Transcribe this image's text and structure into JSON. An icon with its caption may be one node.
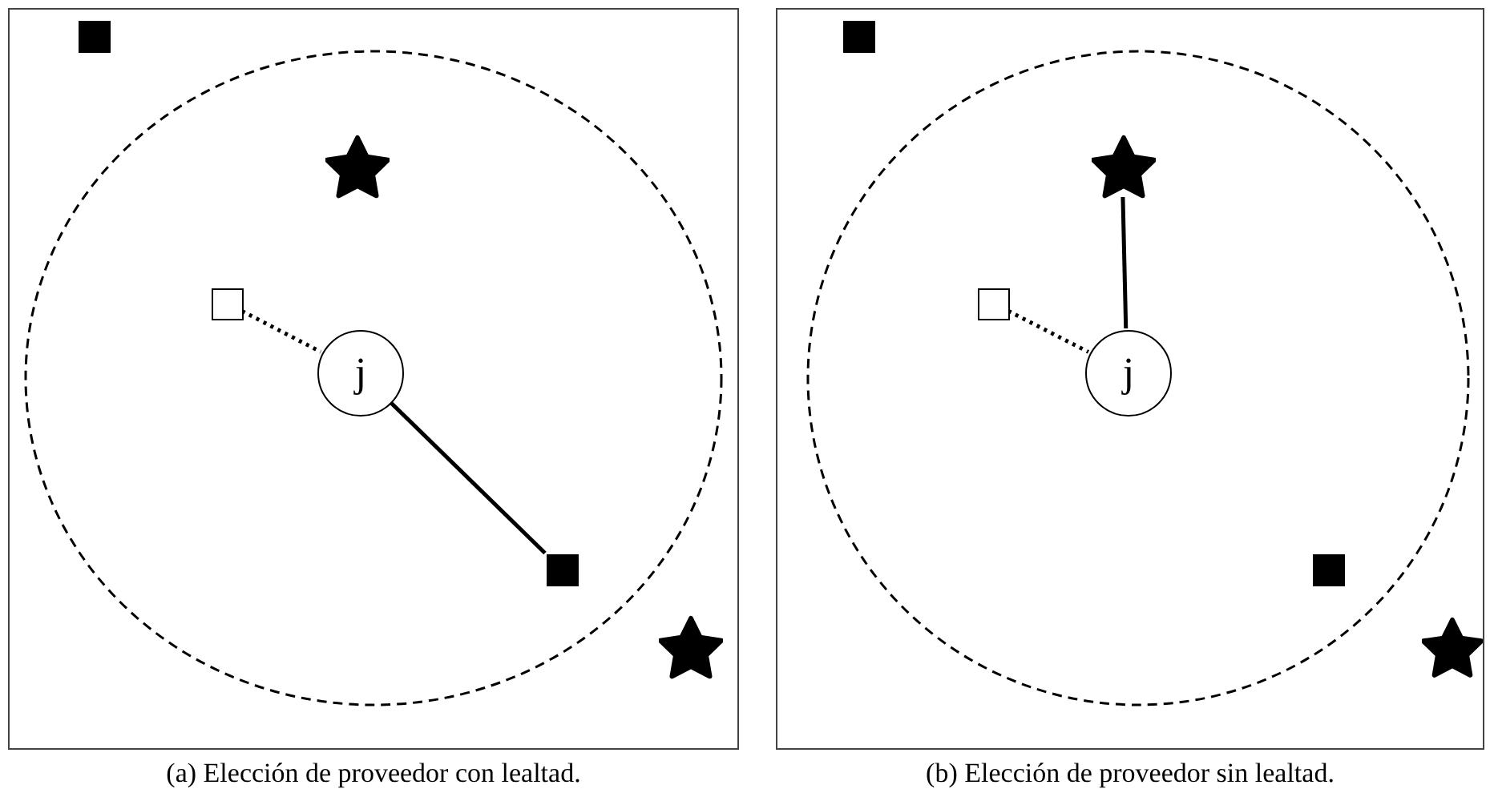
{
  "diagram": {
    "nodes": [
      {
        "text": [],
        "shape": "frame",
        "beside": [
          "(a) Elección de proveedor con lealtad."
        ]
      },
      {
        "text": [],
        "shape": "square",
        "in": 0
      },
      {
        "text": [],
        "shape": "star",
        "in": 0
      },
      {
        "text": [],
        "shape": "box",
        "in": 0
      },
      {
        "text": [
          "j"
        ],
        "in": 0
      },
      {
        "text": [],
        "shape": "square",
        "in": 0
      },
      {
        "text": [],
        "shape": "star",
        "in": 0
      },
      {
        "text": [],
        "shape": "frame",
        "beside": [
          "(b) Elección de proveedor sin lealtad."
        ]
      },
      {
        "text": [],
        "shape": "square",
        "in": 7
      },
      {
        "text": [],
        "shape": "star",
        "in": 7
      },
      {
        "text": [],
        "shape": "box",
        "in": 7
      },
      {
        "text": [
          "j"
        ],
        "in": 7
      },
      {
        "text": [],
        "shape": "square",
        "in": 7
      },
      {
        "text": [],
        "shape": "star",
        "in": 7
      }
    ],
    "edges": [
      {
        "from": 3,
        "to": 4,
        "arrow": "none",
        "style": "dashed"
      },
      {
        "from": 4,
        "to": 5,
        "arrow": "none"
      },
      {
        "from": 10,
        "to": 11,
        "arrow": "none",
        "style": "dashed"
      },
      {
        "from": 11,
        "to": 9,
        "arrow": "none"
      }
    ]
  }
}
